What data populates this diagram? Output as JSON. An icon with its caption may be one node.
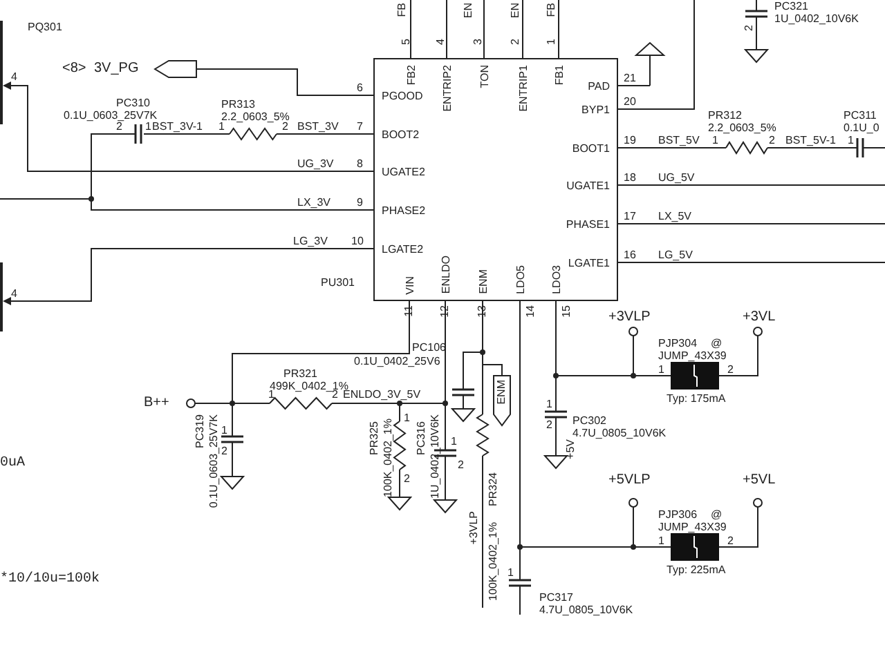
{
  "diagram": {
    "nodes": [
      {
        "text": [
          "FB2",
          "ENTRIP2",
          "TON",
          "ENTRIP1",
          "FB1",
          "PAD",
          "PGOOD",
          "BYP1",
          "BOOT2",
          "BOOT1",
          "UGATE2",
          "UGATE1",
          "PHASE2",
          "PHASE1",
          "LGATE2",
          "LGATE1",
          "VIN",
          "ENLDO",
          "ENM",
          "LDO5",
          "LDO3"
        ],
        "beside": [
          "PU301"
        ]
      }
    ],
    "labels": [
      "FB",
      "EN",
      "EN",
      "FB",
      "5",
      "4",
      "3",
      "2",
      "1",
      "PC321",
      "1U_0402_10V6K",
      "2",
      "PQ301",
      "4",
      "<8>",
      "3V_PG",
      "6",
      "PC310",
      "0.1U_0603_25V7K",
      "2",
      "1",
      "BST_3V-1",
      "1",
      "PR313",
      "2.2_0603_5%",
      "2",
      "BST_3V",
      "7",
      "UG_3V",
      "8",
      "LX_3V",
      "9",
      "LG_3V",
      "10",
      "4",
      "21",
      "20",
      "PR312",
      "2.2_0603_5%",
      "19",
      "BST_5V",
      "1",
      "2",
      "BST_5V-1",
      "1",
      "PC311",
      "0.1U_0",
      "18",
      "UG_5V",
      "17",
      "LX_5V",
      "16",
      "LG_5V",
      "11",
      "12",
      "13",
      "14",
      "15",
      "+3VLP",
      "+3VL",
      "PJP304",
      "@",
      "JUMP_43X39",
      "1",
      "2",
      "Typ: 175mA",
      "PC106",
      "0.1U_0402_25V6",
      "PR321",
      "499K_0402_1%",
      "B++",
      "1",
      "2",
      "ENLDO_3V_5V",
      "PC319",
      "0.1U_0603_25V7K",
      "1",
      "2",
      "PC302",
      "4.7U_0805_10V6K",
      "1",
      "2",
      "PR325",
      "100K_0402_1%",
      "1",
      "2",
      "PC316",
      "1U_0402_10V6K",
      "1",
      "2",
      "100K_0402_1%",
      "PR324",
      "+3VLP",
      "ENM",
      "+5V",
      "+5VLP",
      "+5VL",
      "PJP306",
      "@",
      "JUMP_43X39",
      "1",
      "2",
      "Typ: 225mA",
      "PC317",
      "4.7U_0805_10V6K",
      "1",
      "0uA",
      "*10/10u=100k"
    ]
  }
}
